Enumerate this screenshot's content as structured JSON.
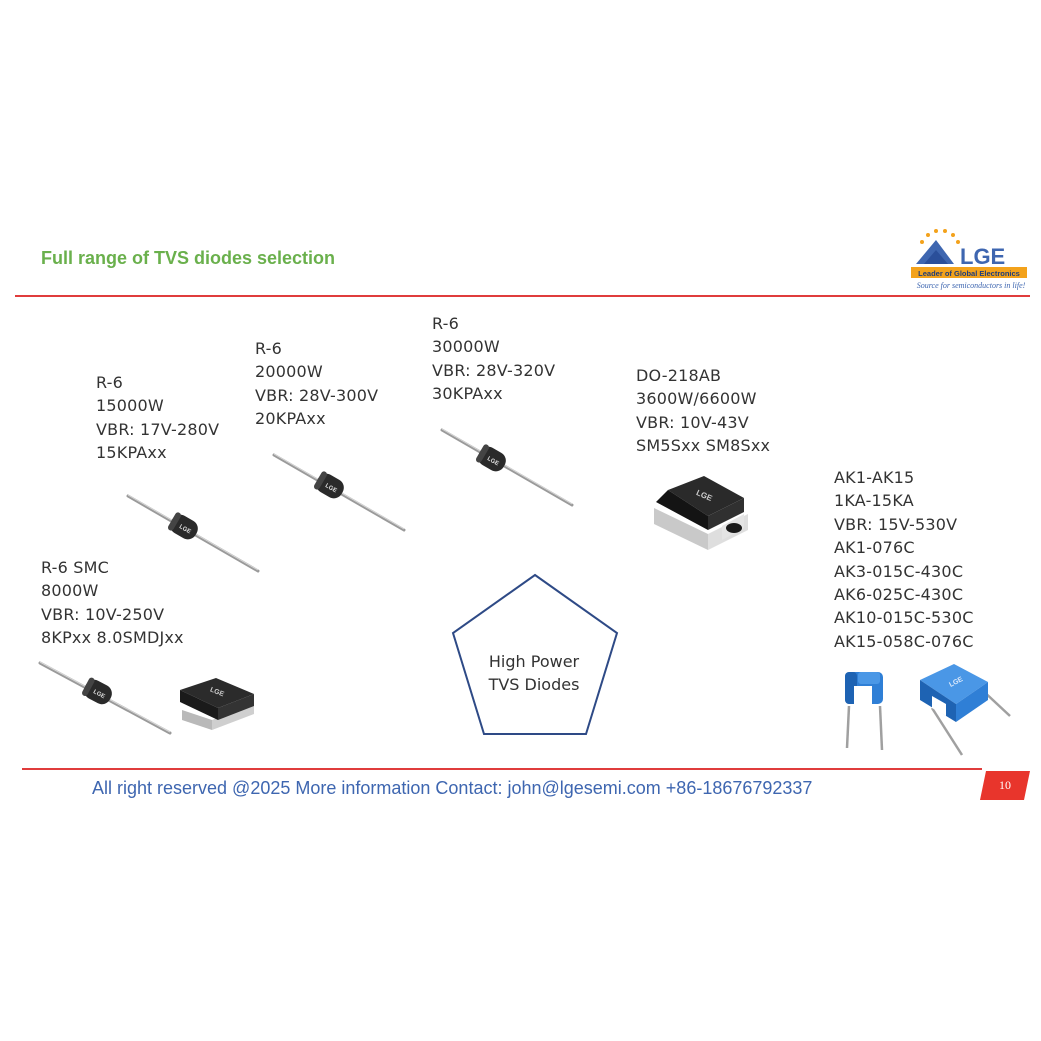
{
  "header": {
    "title": "Full range of TVS diodes selection",
    "logo": {
      "name": "LGE",
      "tagline": "Leader of Global Electronics",
      "slogan": "Source for semiconductors in life!"
    }
  },
  "products": [
    {
      "id": "r6-15kpa",
      "lines": [
        "R-6",
        "15000W",
        "VBR: 17V-280V",
        "15KPAxx"
      ]
    },
    {
      "id": "r6-20kpa",
      "lines": [
        "R-6",
        "20000W",
        "VBR: 28V-300V",
        "20KPAxx"
      ]
    },
    {
      "id": "r6-30kpa",
      "lines": [
        "R-6",
        "30000W",
        "VBR: 28V-320V",
        "30KPAxx"
      ]
    },
    {
      "id": "do218ab",
      "lines": [
        "DO-218AB",
        "3600W/6600W",
        "VBR: 10V-43V",
        "SM5Sxx SM8Sxx"
      ]
    },
    {
      "id": "ak-series",
      "lines": [
        "AK1-AK15",
        "1KA-15KA",
        "VBR: 15V-530V",
        "AK1-076C",
        "AK3-015C-430C",
        "AK6-025C-430C",
        "AK10-015C-530C",
        "AK15-058C-076C"
      ]
    },
    {
      "id": "r6-smc",
      "lines": [
        "R-6 SMC",
        "8000W",
        "VBR: 10V-250V",
        "8KPxx  8.0SMDJxx"
      ]
    }
  ],
  "center_shape": {
    "lines": [
      "High Power",
      "TVS Diodes"
    ]
  },
  "package_marking": "LGE",
  "footer": {
    "text": "All right reserved @2025  More information Contact:   john@lgesemi.com   +86-18676792337",
    "page_number": "10"
  },
  "colors": {
    "title_green": "#6ab04c",
    "rule_red": "#e03c3c",
    "footer_blue": "#3e66b0",
    "page_badge_red": "#e8352c",
    "pentagon_navy": "#2e4a86",
    "ak_blue": "#2f7fd6"
  }
}
